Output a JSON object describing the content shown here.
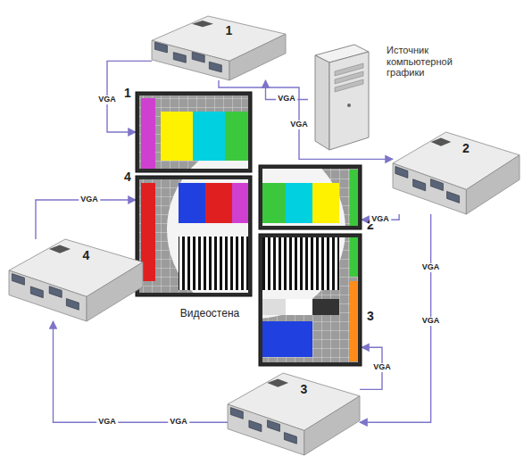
{
  "diagram": {
    "nodes": [
      {
        "text": [
          "1"
        ]
      },
      {
        "text": [
          "Источник компьютерной графики"
        ]
      },
      {
        "text": [
          "1"
        ]
      },
      {
        "text": [
          "2"
        ]
      },
      {
        "text": [
          "4"
        ]
      },
      {
        "text": [
          "2"
        ]
      },
      {
        "text": [
          "4"
        ]
      },
      {
        "text": [
          "3"
        ]
      },
      {
        "text": [
          "3"
        ]
      }
    ],
    "edges": [
      {
        "from": 1,
        "to": 0,
        "arrow": "to",
        "label": "VGA"
      },
      {
        "from": 0,
        "to": 2,
        "arrow": "to",
        "label": "VGA"
      },
      {
        "from": 0,
        "to": 3,
        "arrow": "to",
        "label": "VGA"
      },
      {
        "from": 3,
        "to": 5,
        "arrow": "to",
        "label": "VGA"
      },
      {
        "from": 3,
        "to": 8,
        "arrow": "to",
        "label": "VGA"
      },
      {
        "from": 8,
        "to": 7,
        "arrow": "to",
        "label": "VGA"
      },
      {
        "from": 8,
        "to": 6,
        "arrow": "to",
        "label": "VGA"
      },
      {
        "from": 6,
        "to": 4,
        "arrow": "to",
        "label": "VGA"
      }
    ],
    "labels": [
      "VGA",
      "VGA",
      "Видеостена"
    ]
  }
}
